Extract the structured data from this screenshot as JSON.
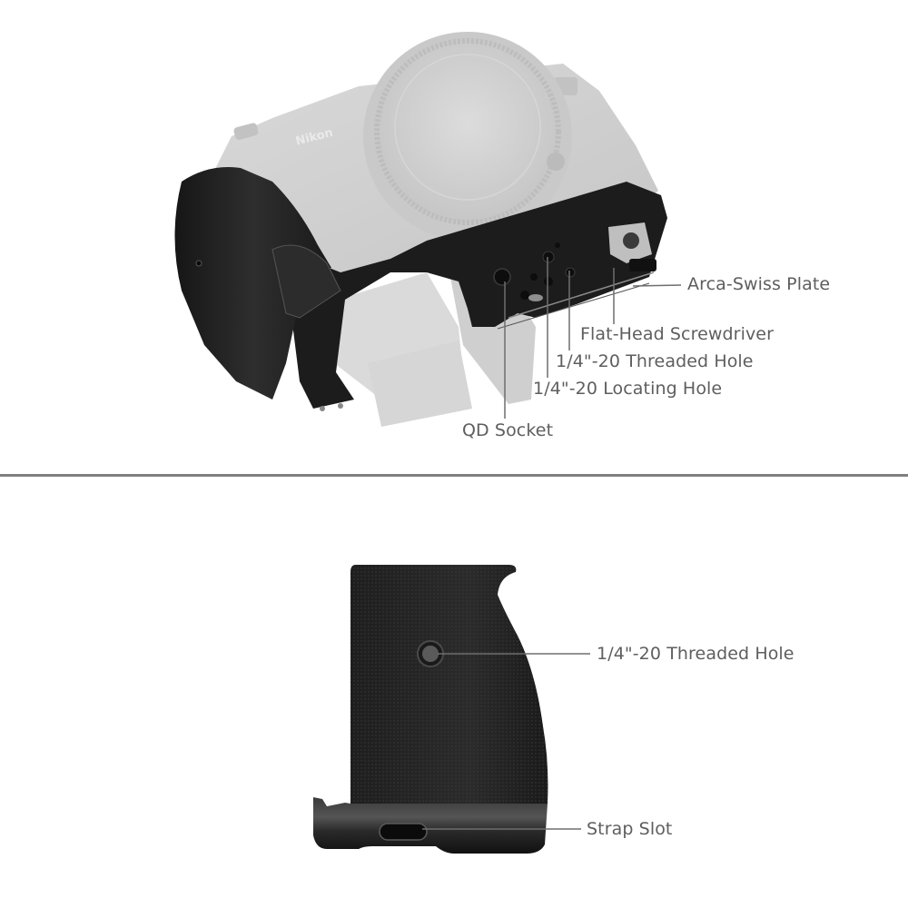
{
  "top_section": {
    "title": "Camera cage with grip mounted on camera body",
    "camera_brand": "Nikon",
    "callouts": [
      {
        "id": "arca-swiss-plate",
        "label": "Arca-Swiss Plate"
      },
      {
        "id": "flat-head-screwdriver",
        "label": "Flat-Head Screwdriver"
      },
      {
        "id": "threaded-hole",
        "label": "1/4\"-20 Threaded Hole"
      },
      {
        "id": "locating-hole",
        "label": "1/4\"-20 Locating Hole"
      },
      {
        "id": "qd-socket",
        "label": "QD Socket"
      }
    ]
  },
  "bottom_section": {
    "title": "Detachable grip side view",
    "callouts": [
      {
        "id": "grip-threaded-hole",
        "label": "1/4\"-20 Threaded Hole"
      },
      {
        "id": "strap-slot",
        "label": "Strap Slot"
      }
    ]
  },
  "colors": {
    "label_text": "#5e5e5e",
    "leader_line": "#6e6e6e",
    "divider": "#808080",
    "camera_body": "#cfcfcf",
    "cage_metal": "#1c1c1c",
    "grip_rubber": "#262626"
  }
}
